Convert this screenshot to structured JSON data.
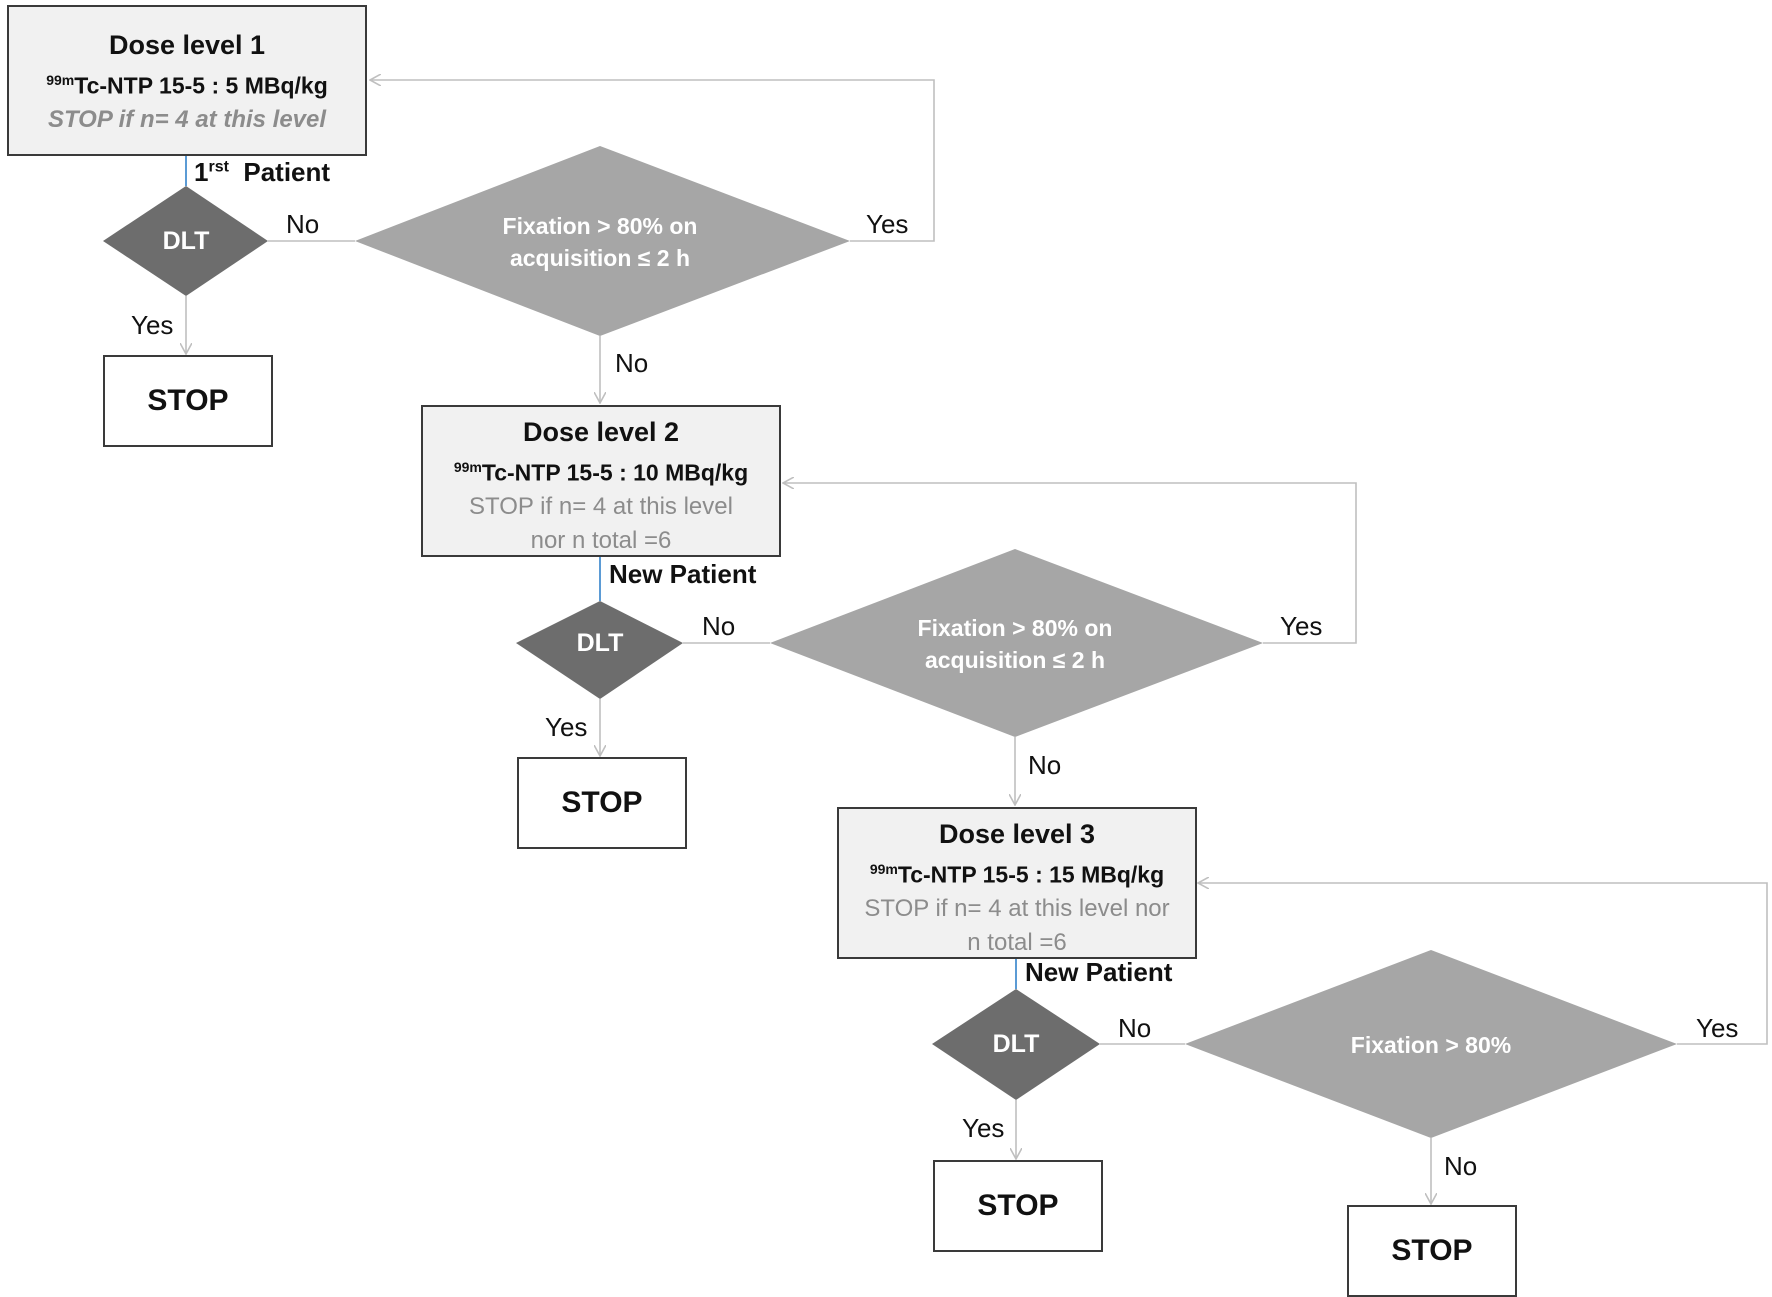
{
  "dose_levels": [
    {
      "title": "Dose level 1",
      "isotope_sup": "99m",
      "dose_text": "Tc-NTP 15-5 : 5 MBq/kg",
      "stop_rule_1": "STOP if  n= 4 at this level",
      "stop_rule_2": ""
    },
    {
      "title": "Dose level 2",
      "isotope_sup": "99m",
      "dose_text": "Tc-NTP 15-5 : 10 MBq/kg",
      "stop_rule_1": "STOP if n= 4 at this level",
      "stop_rule_2": "nor n total =6"
    },
    {
      "title": "Dose level 3",
      "isotope_sup": "99m",
      "dose_text": "Tc-NTP 15-5 : 15 MBq/kg",
      "stop_rule_1": "STOP if n= 4 at this level nor",
      "stop_rule_2": "n total =6"
    }
  ],
  "patient_labels": {
    "first_main": "1",
    "first_sup": "rst",
    "first_suffix": "Patient",
    "new_patient": "New Patient"
  },
  "decisions": {
    "dlt": "DLT",
    "fixation_line1": "Fixation > 80% on",
    "fixation_line2": "acquisition ≤ 2 h",
    "fixation_final": "Fixation > 80%"
  },
  "edge_labels": {
    "yes": "Yes",
    "no": "No"
  },
  "terminal": {
    "stop": "STOP"
  },
  "colors": {
    "dlt_fill": "#6d6d6d",
    "fixation_fill": "#a6a6a6",
    "box_fill": "#f1f1f1",
    "connector": "#bfbfbf",
    "patient_connector": "#5b9bd5"
  }
}
